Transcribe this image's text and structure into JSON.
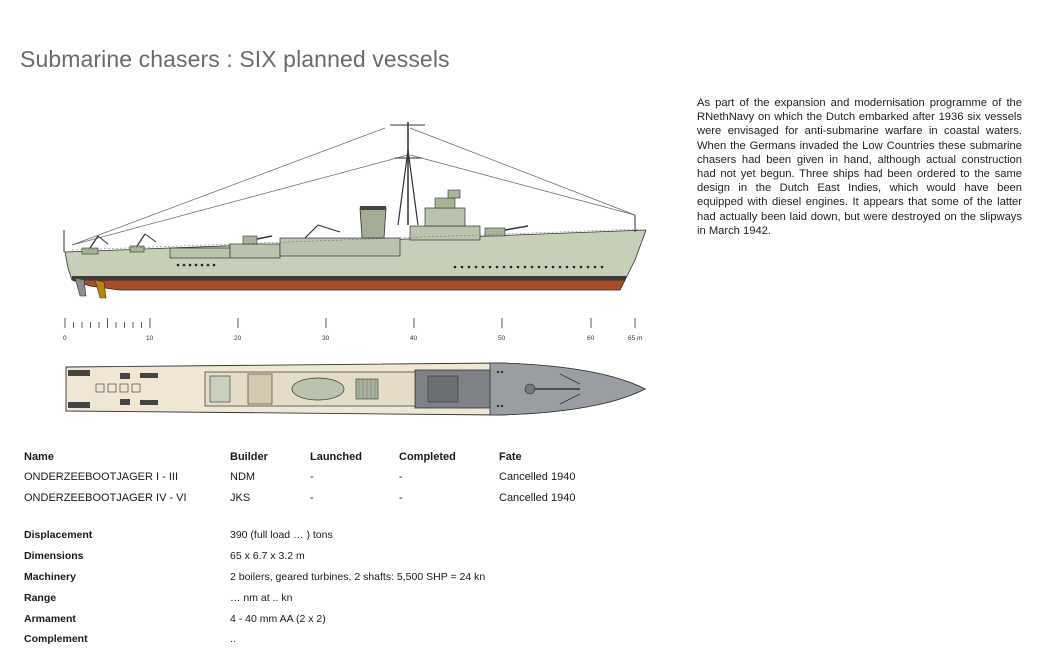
{
  "page": {
    "title": "Submarine chasers : SIX planned vessels",
    "description": "As part of the expansion and modernisation programme of the RNethNavy on which the Dutch embarked after 1936 six vessels were envisaged for anti-submarine warfare in coastal waters. When the Germans invaded the Low Countries these submarine chasers had been given in hand, although actual construction had not yet begun. Three ships had been ordered to the same design in the Dutch East Indies, which would have been equipped with diesel engines. It appears that some of the latter had actually been laid down, but were destroyed on the slipways in March 1942."
  },
  "scale": {
    "labels": [
      "0",
      "10",
      "20",
      "30",
      "40",
      "50",
      "60",
      "65 m"
    ]
  },
  "colors": {
    "hull_upper": "#c6d0b9",
    "hull_lower": "#a94d26",
    "deck_plan": "#efe6d4",
    "foredeck_plan": "#9a9da2",
    "superstructure": "#b9c3ae"
  },
  "ships_table": {
    "headers": {
      "name": "Name",
      "builder": "Builder",
      "launched": "Launched",
      "completed": "Completed",
      "fate": "Fate"
    },
    "rows": [
      {
        "name": "ONDERZEEBOOTJAGER I - III",
        "builder": "NDM",
        "launched": "-",
        "completed": "-",
        "fate": "Cancelled 1940"
      },
      {
        "name": "ONDERZEEBOOTJAGER IV - VI",
        "builder": "JKS",
        "launched": "-",
        "completed": "-",
        "fate": "Cancelled 1940"
      }
    ]
  },
  "specs": [
    {
      "label": "Displacement",
      "value": "390 (full load … ) tons"
    },
    {
      "label": "Dimensions",
      "value": "65 x 6.7 x 3.2 m"
    },
    {
      "label": "Machinery",
      "value": "2 boilers, geared turbines, 2 shafts: 5,500 SHP = 24 kn"
    },
    {
      "label": "Range",
      "value": "… nm at .. kn"
    },
    {
      "label": "Armament",
      "value": "4 - 40 mm AA (2 x 2)"
    },
    {
      "label": "Complement",
      "value": ".."
    }
  ]
}
